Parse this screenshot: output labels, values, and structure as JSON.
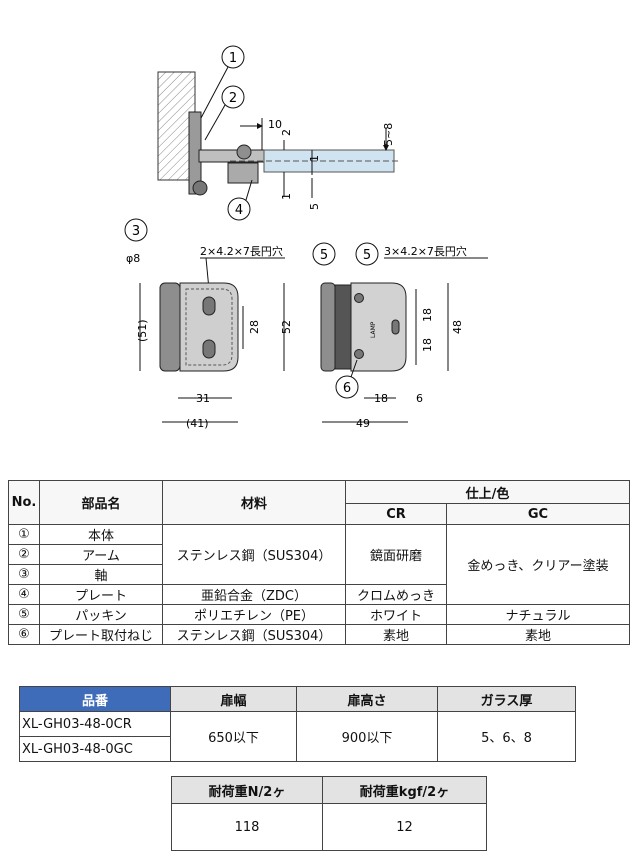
{
  "drawing": {
    "callouts": [
      "1",
      "2",
      "3",
      "4",
      "5",
      "5",
      "6"
    ],
    "dims": {
      "d10": "10",
      "d2": "2",
      "d5to8": "5~8",
      "d1a": "1",
      "d1b": "1",
      "d5": "5",
      "phi8": "φ8",
      "slot2": "2×4.2×7長円穴",
      "slot3": "3×4.2×7長円穴",
      "d51": "(51)",
      "d28": "28",
      "d52": "52",
      "d31": "31",
      "d41": "(41)",
      "d18a": "18",
      "d18b": "18",
      "d48": "48",
      "d18c": "18",
      "d6": "6",
      "d49": "49",
      "plate_mark": "LAMP"
    }
  },
  "parts_table": {
    "headers": {
      "no": "No.",
      "name": "部品名",
      "material": "材料",
      "finish": "仕上/色",
      "cr": "CR",
      "gc": "GC"
    },
    "rows": [
      {
        "no": "①",
        "name": "本体",
        "material": "ステンレス鋼（SUS304）",
        "cr": "鏡面研磨",
        "gc": "金めっき、クリアー塗装"
      },
      {
        "no": "②",
        "name": "アーム"
      },
      {
        "no": "③",
        "name": "軸"
      },
      {
        "no": "④",
        "name": "プレート",
        "material": "亜鉛合金（ZDC）",
        "cr": "クロムめっき"
      },
      {
        "no": "⑤",
        "name": "パッキン",
        "material": "ポリエチレン（PE）",
        "cr": "ホワイト",
        "gc": "ナチュラル"
      },
      {
        "no": "⑥",
        "name": "プレート取付ねじ",
        "material": "ステンレス鋼（SUS304）",
        "cr": "素地",
        "gc": "素地"
      }
    ]
  },
  "model_table": {
    "headers": [
      "品番",
      "扉幅",
      "扉高さ",
      "ガラス厚"
    ],
    "models": [
      "XL-GH03-48-0CR",
      "XL-GH03-48-0GC"
    ],
    "width": "650以下",
    "height": "900以下",
    "glass": "5、6、8"
  },
  "load_table": {
    "headers": [
      "耐荷重N/2ヶ",
      "耐荷重kgf/2ヶ"
    ],
    "values": [
      "118",
      "12"
    ]
  }
}
